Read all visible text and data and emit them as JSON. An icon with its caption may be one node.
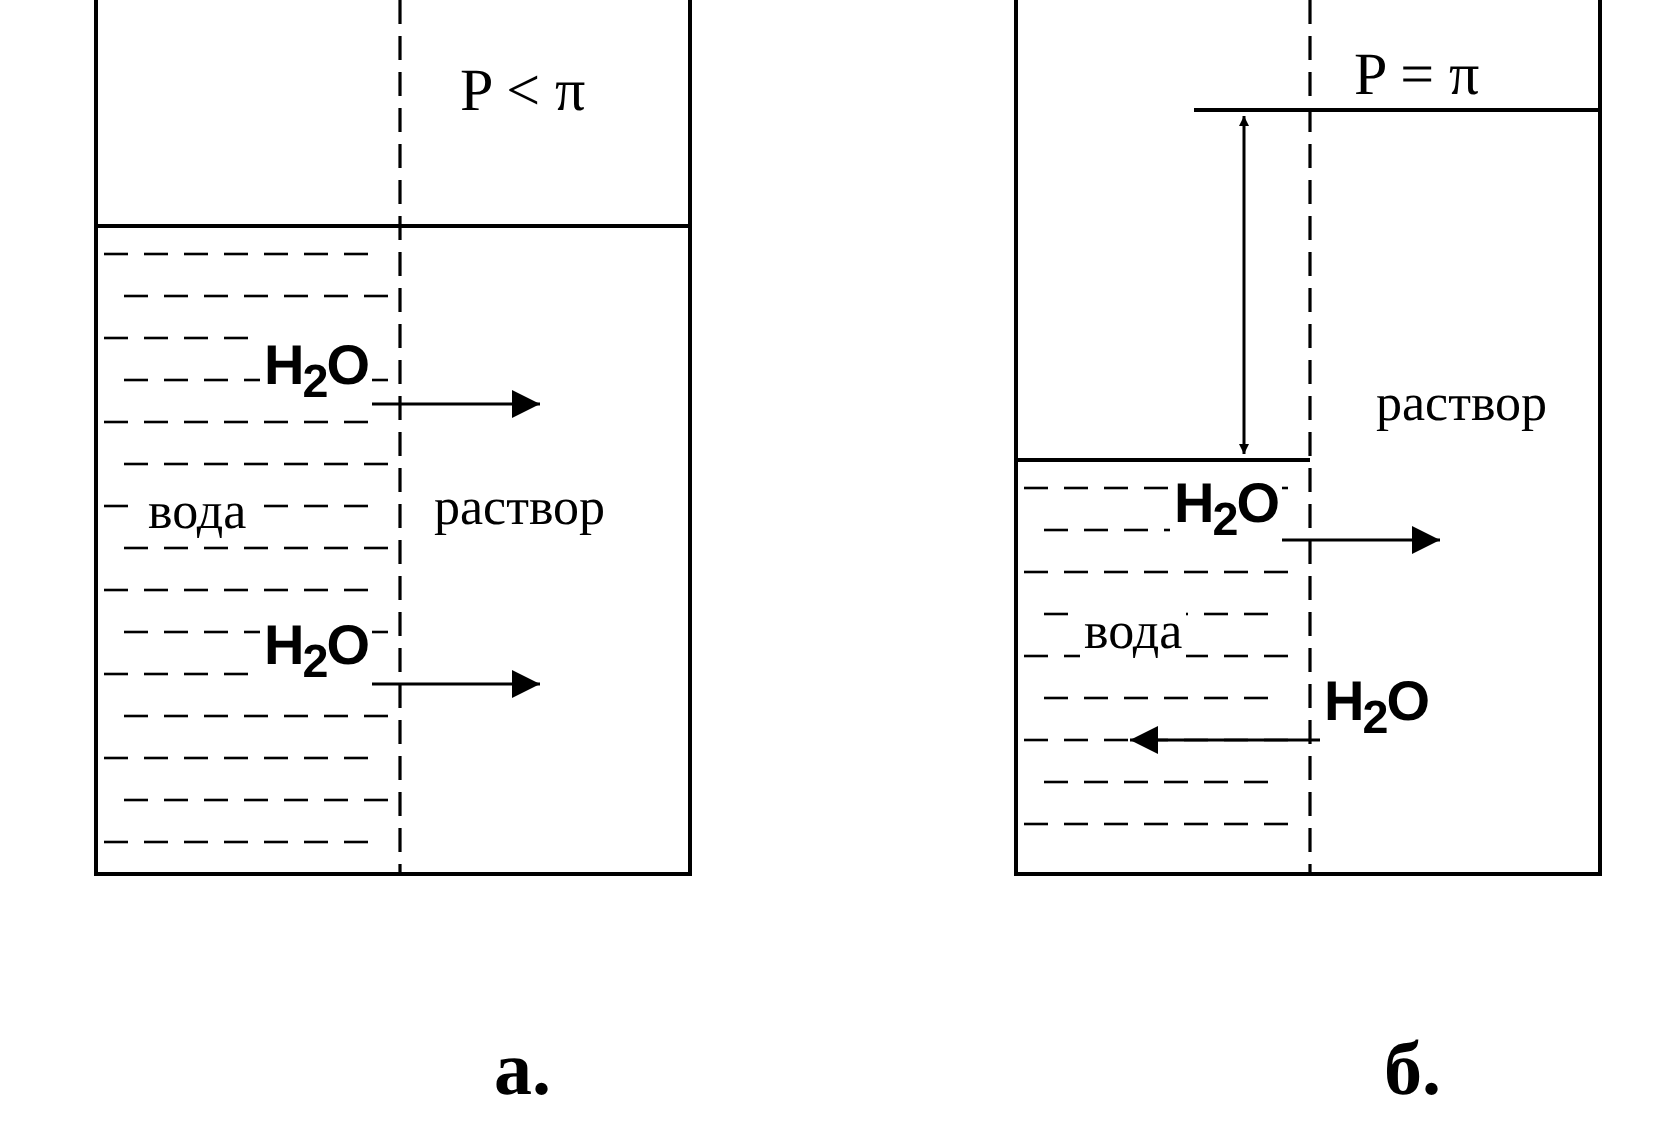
{
  "diagram": {
    "labels": [
      "P < π",
      "H$_{2}$O",
      "вода",
      "раствор",
      "H$_{2}$O",
      "а.",
      "P = π",
      "раствор",
      "H$_{2}$O",
      "вода",
      "H$_{2}$O",
      "б."
    ]
  }
}
